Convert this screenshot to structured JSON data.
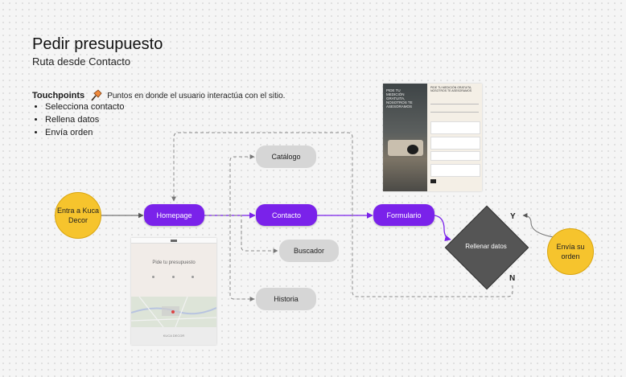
{
  "title": "Pedir presupuesto",
  "subtitle": "Ruta desde Contacto",
  "touchpoints": {
    "label": "Touchpoints",
    "description": "Puntos en donde el usuario interactúa con el sitio.",
    "items": [
      "Selecciona contacto",
      "Rellena datos",
      "Envía orden"
    ]
  },
  "nodes": {
    "start": "Entra a Kuca Decor",
    "homepage": "Homepage",
    "contacto": "Contacto",
    "formulario": "Formulario",
    "catalogo": "Catálogo",
    "buscador": "Buscador",
    "historia": "Historia",
    "rellenar": "Rellenar datos",
    "envia": "Envía su orden"
  },
  "decision_labels": {
    "yes": "Y",
    "no": "N"
  },
  "thumbnails": {
    "contacto_page": {
      "heading": "Pide tu presupuesto",
      "footer": "KUCA DECOR"
    },
    "form_page": {
      "heading": "PIDE TU MEDICIÓN GRATUITA, NOSOTROS TE ASESORAMOS",
      "side_heading": "PIDE TU MEDICIÓN GRATUITA, NOSOTROS TE ASESORAMOS"
    }
  },
  "colors": {
    "purple": "#7a22ea",
    "yellow": "#f6c42d",
    "gray_node": "#d6d6d6",
    "diamond": "#555555"
  }
}
